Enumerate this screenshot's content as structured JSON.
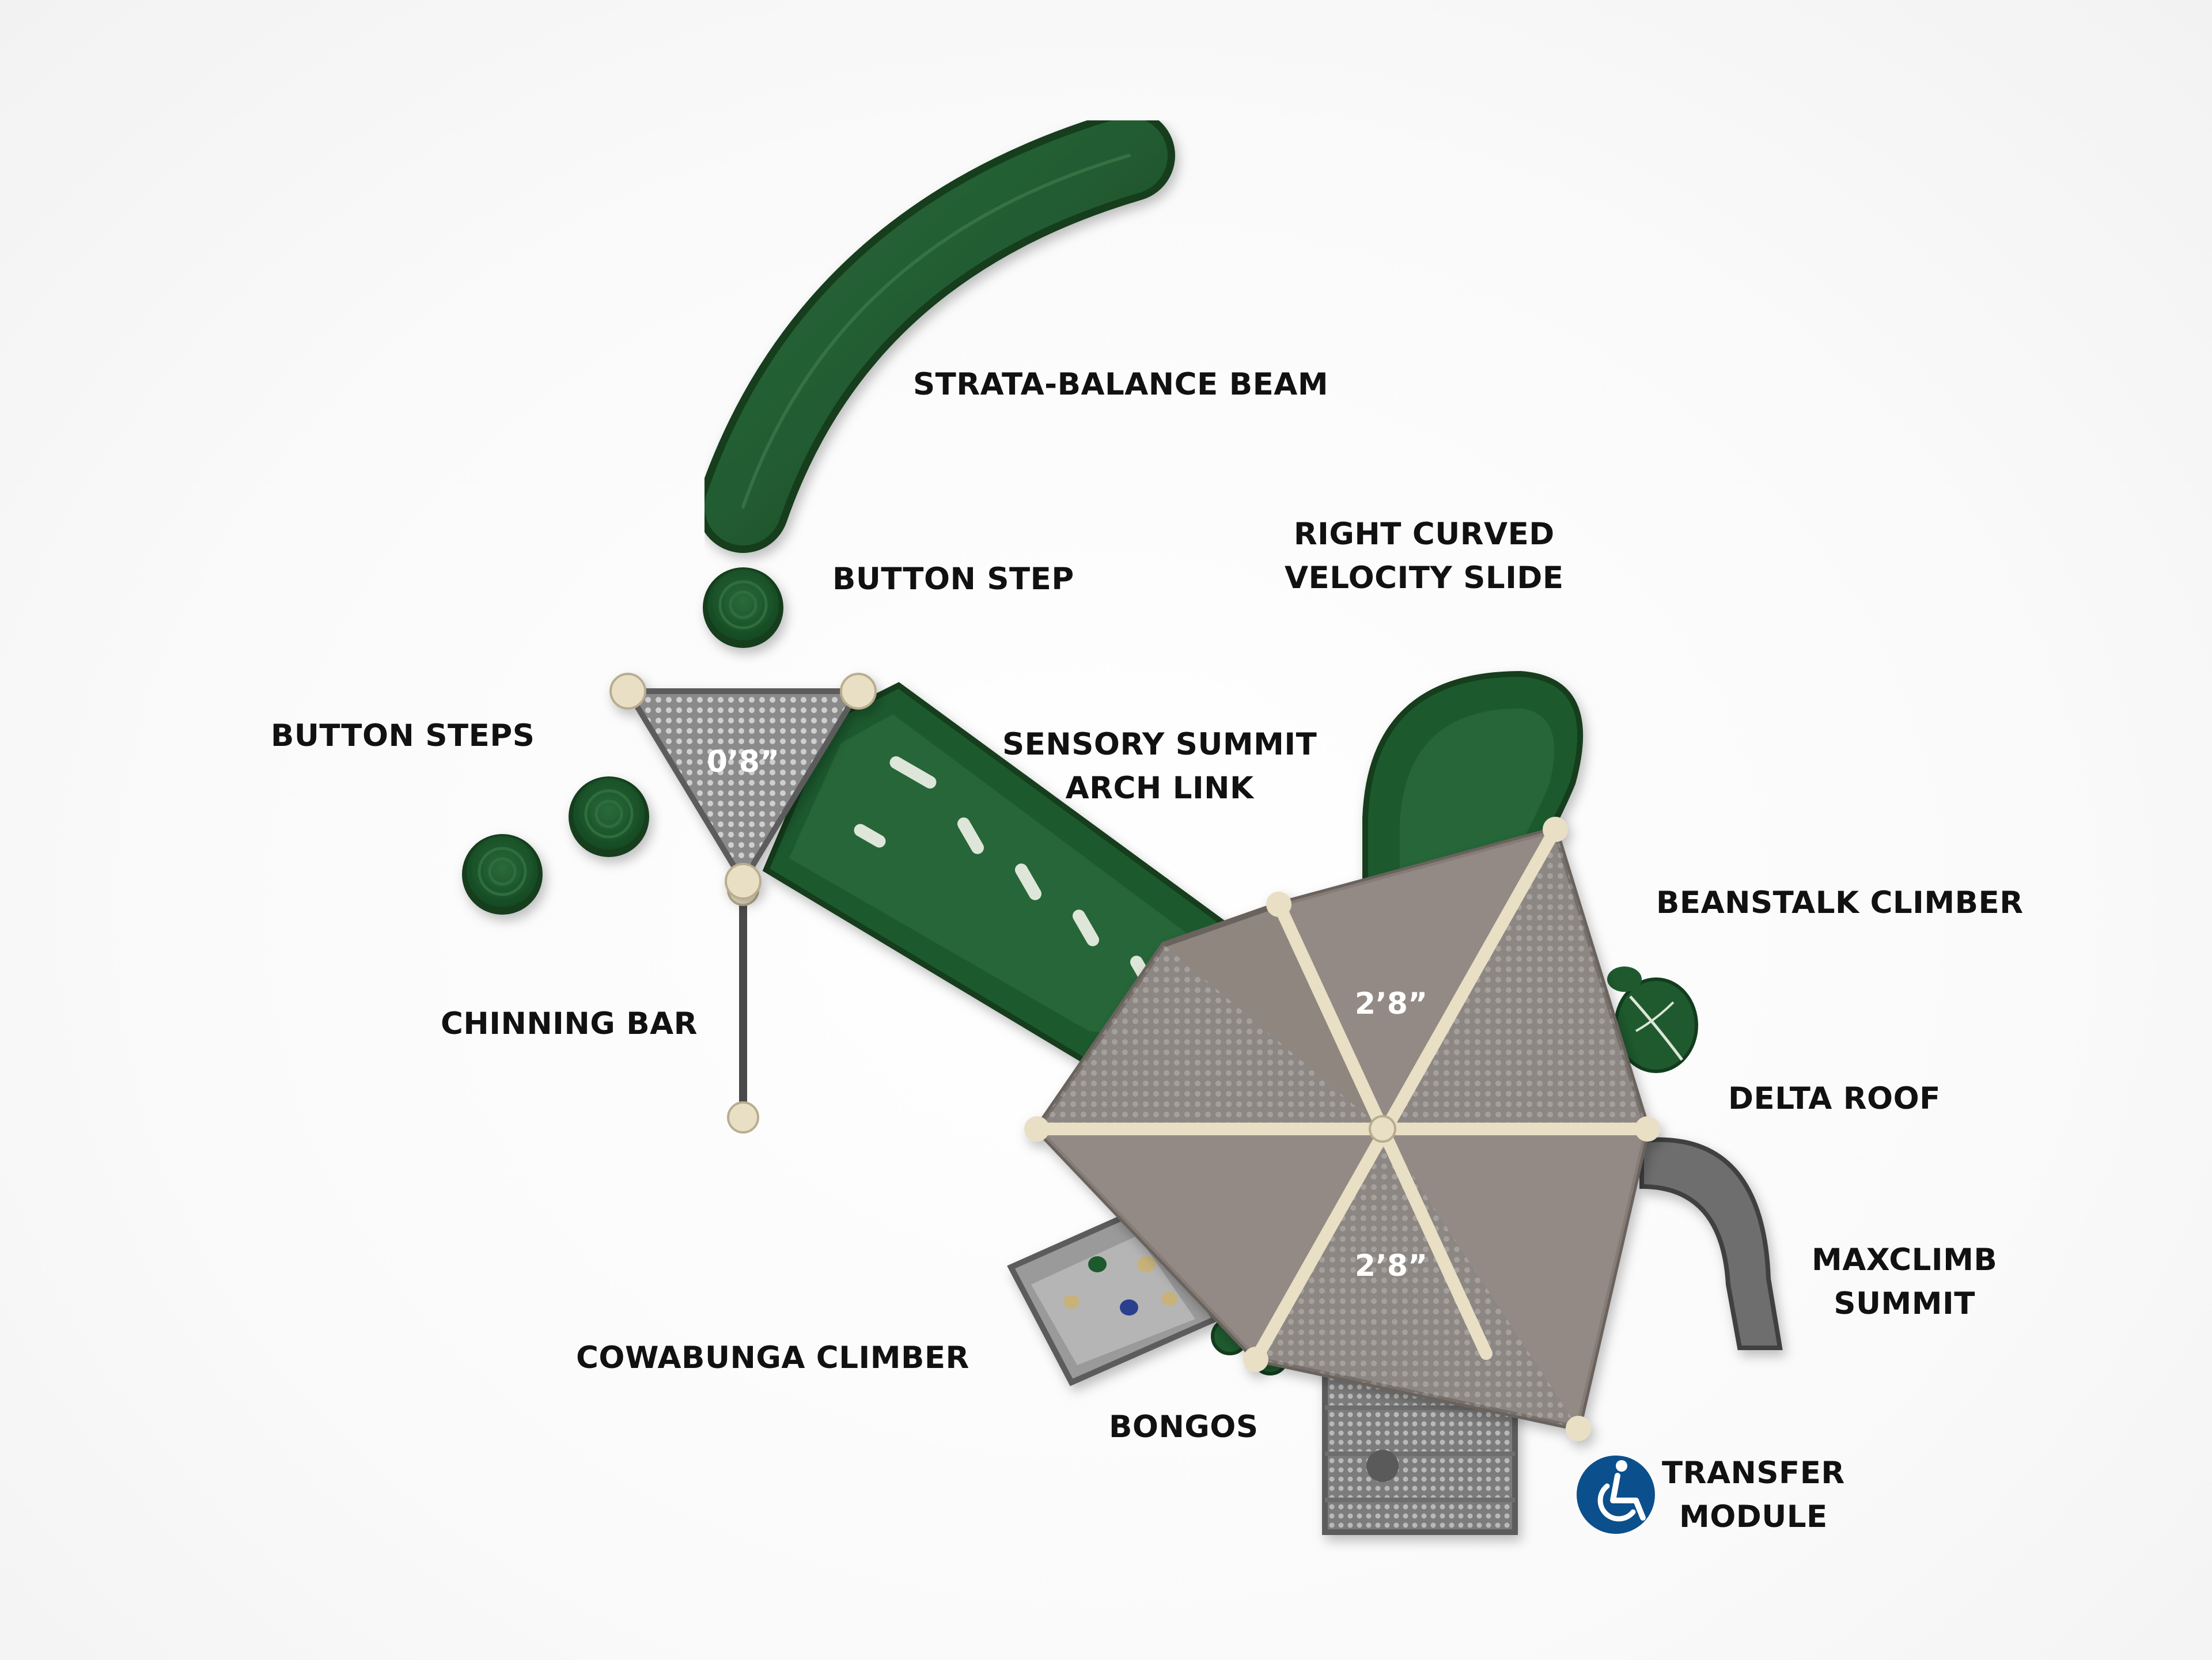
{
  "diagram": {
    "components": {
      "strata_balance_beam": {
        "label": "STRATA-BALANCE BEAM"
      },
      "button_step": {
        "label": "BUTTON STEP"
      },
      "right_curved_velocity_slide": {
        "line1": "RIGHT CURVED",
        "line2": "VELOCITY SLIDE"
      },
      "button_steps": {
        "label": "BUTTON STEPS"
      },
      "sensory_summit_arch_link": {
        "line1": "SENSORY SUMMIT",
        "line2": "ARCH LINK"
      },
      "beanstalk_climber": {
        "label": "BEANSTALK CLIMBER"
      },
      "chinning_bar": {
        "label": "CHINNING BAR"
      },
      "delta_roof": {
        "label": "DELTA ROOF"
      },
      "maxclimb_summit": {
        "line1": "MAXCLIMB",
        "line2": "SUMMIT"
      },
      "cowabunga_climber": {
        "label": "COWABUNGA CLIMBER"
      },
      "bongos": {
        "label": "BONGOS"
      },
      "transfer_module": {
        "line1": "TRANSFER",
        "line2": "MODULE"
      }
    },
    "deck_heights": {
      "triangle_deck": "0’8”",
      "upper_deck": "2’8”",
      "lower_deck": "2’8”"
    },
    "accessibility_icon": "wheelchair-accessible-icon"
  },
  "colors": {
    "green": "#1f5a2e",
    "dark_green": "#123d1d",
    "roof_gray": "#8f8680",
    "post_tan": "#e8dfc4",
    "accessibility_blue": "#0b4f8c",
    "label_text": "#111111"
  }
}
